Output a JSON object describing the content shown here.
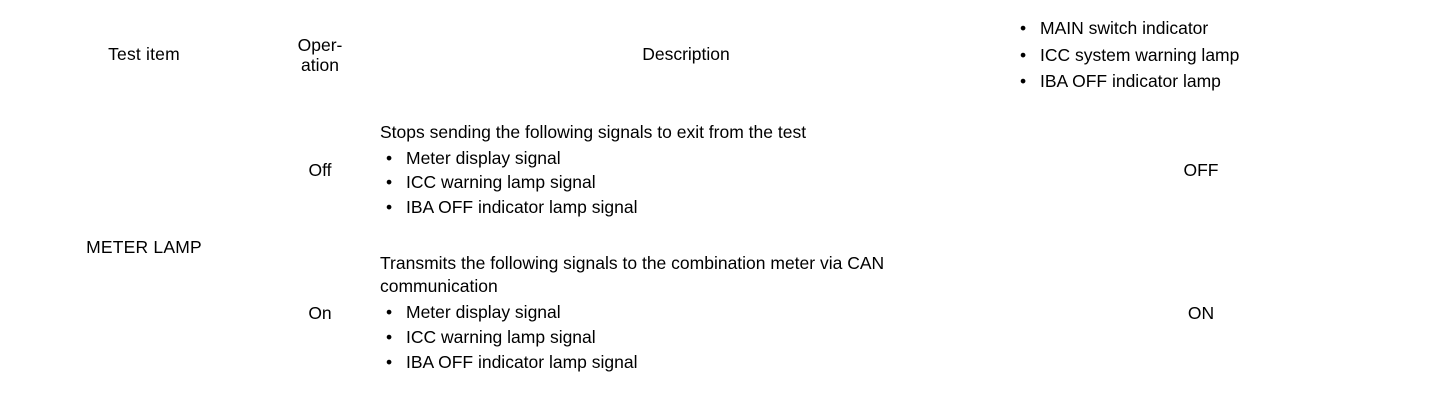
{
  "table": {
    "headers": {
      "test_item": "Test item",
      "operation_line1": "Oper-",
      "operation_line2": "ation",
      "description": "Description",
      "indicators": [
        "MAIN switch indicator",
        "ICC system warning lamp",
        "IBA OFF indicator lamp"
      ]
    },
    "bullet_glyph": "•",
    "rows": [
      {
        "test_item": "METER LAMP",
        "operation": "Off",
        "description_lead": "Stops sending the following signals to exit from the test",
        "description_bullets": [
          "Meter display signal",
          "ICC warning lamp signal",
          "IBA OFF indicator lamp signal"
        ],
        "state": "OFF"
      },
      {
        "operation": "On",
        "description_lead": "Transmits the following signals to the combination meter via CAN communication",
        "description_bullets": [
          "Meter display signal",
          "ICC warning lamp signal",
          "IBA OFF indicator lamp signal"
        ],
        "state": "ON"
      }
    ]
  },
  "colors": {
    "rule": "#000000",
    "text": "#000000",
    "background": "#ffffff"
  }
}
